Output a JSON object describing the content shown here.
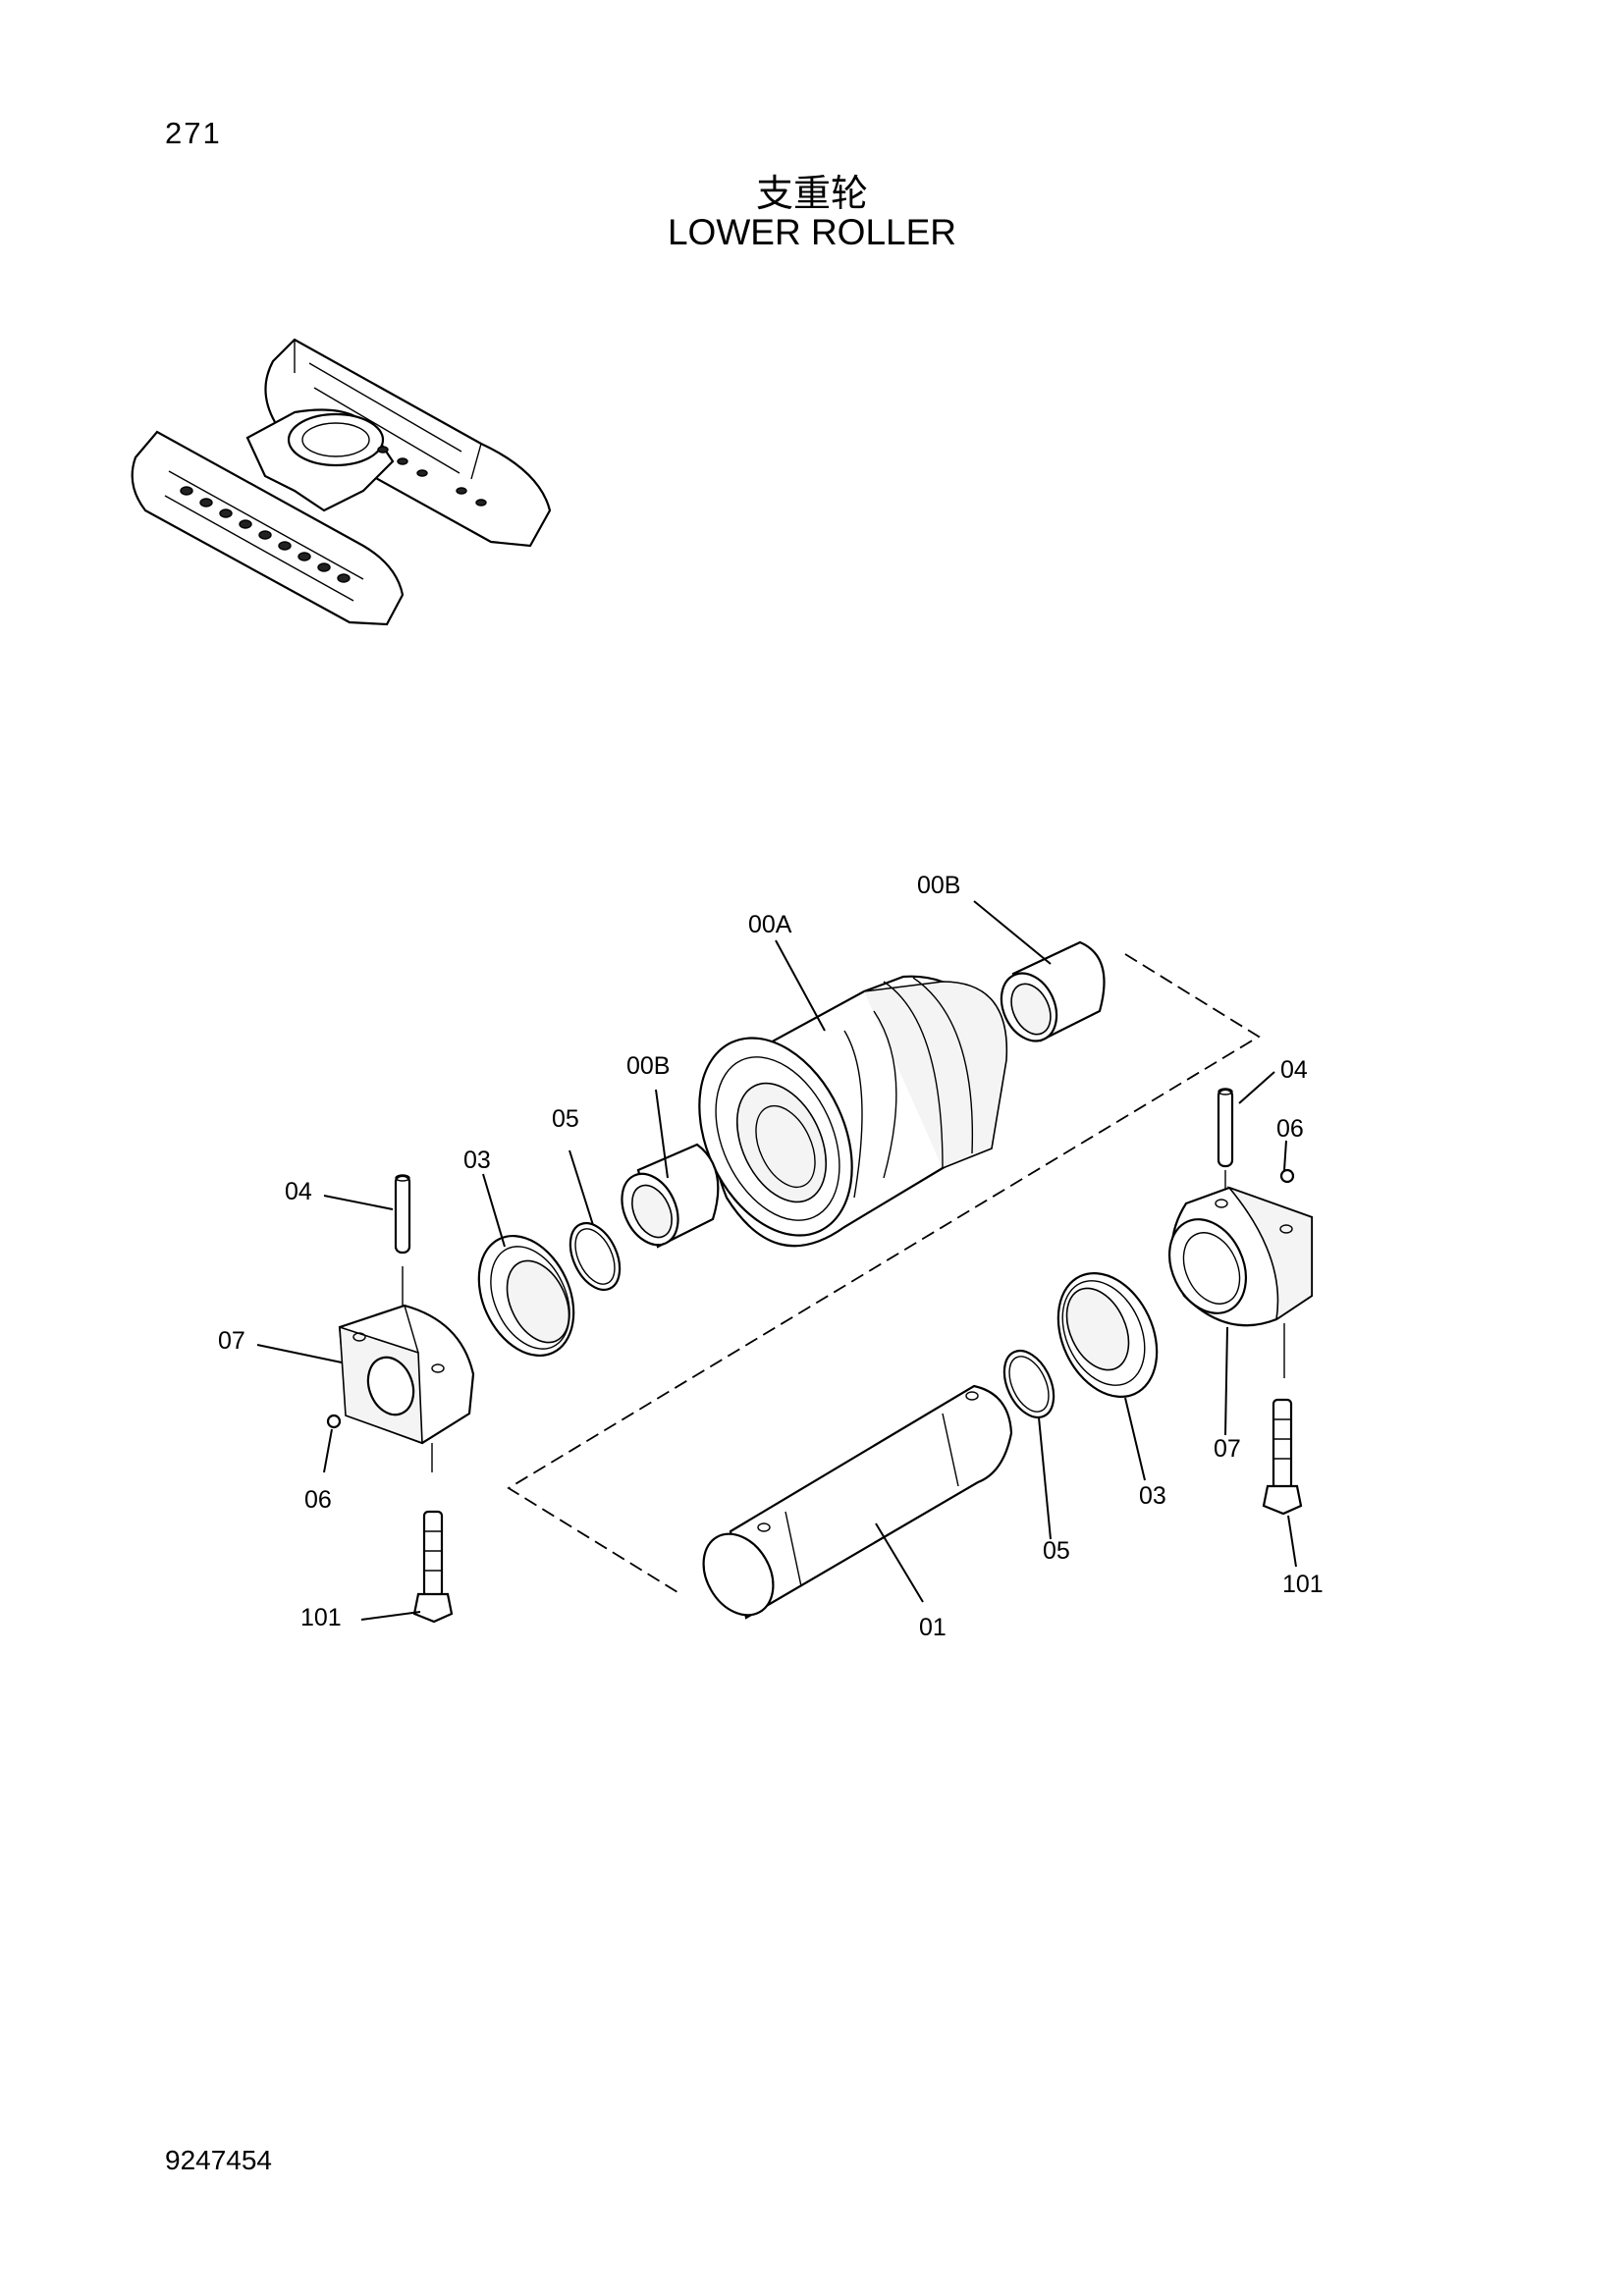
{
  "page_number": "271",
  "title_cn": "支重轮",
  "title_en": "LOWER ROLLER",
  "document_number": "9247454",
  "labels": {
    "roller": "00A",
    "bushing_right": "00B",
    "bushing_left": "00B",
    "pin_right": "04",
    "plug_right": "06",
    "seal_ring_left": "05",
    "floating_seal_left": "03",
    "pin_left": "04",
    "collar_left": "07",
    "plug_left": "06",
    "bolt_left": "101",
    "shaft": "01",
    "seal_ring_right": "05",
    "floating_seal_right": "03",
    "collar_right": "07",
    "bolt_right": "101"
  },
  "icons": {
    "locator": "undercarriage-locator-icon"
  }
}
